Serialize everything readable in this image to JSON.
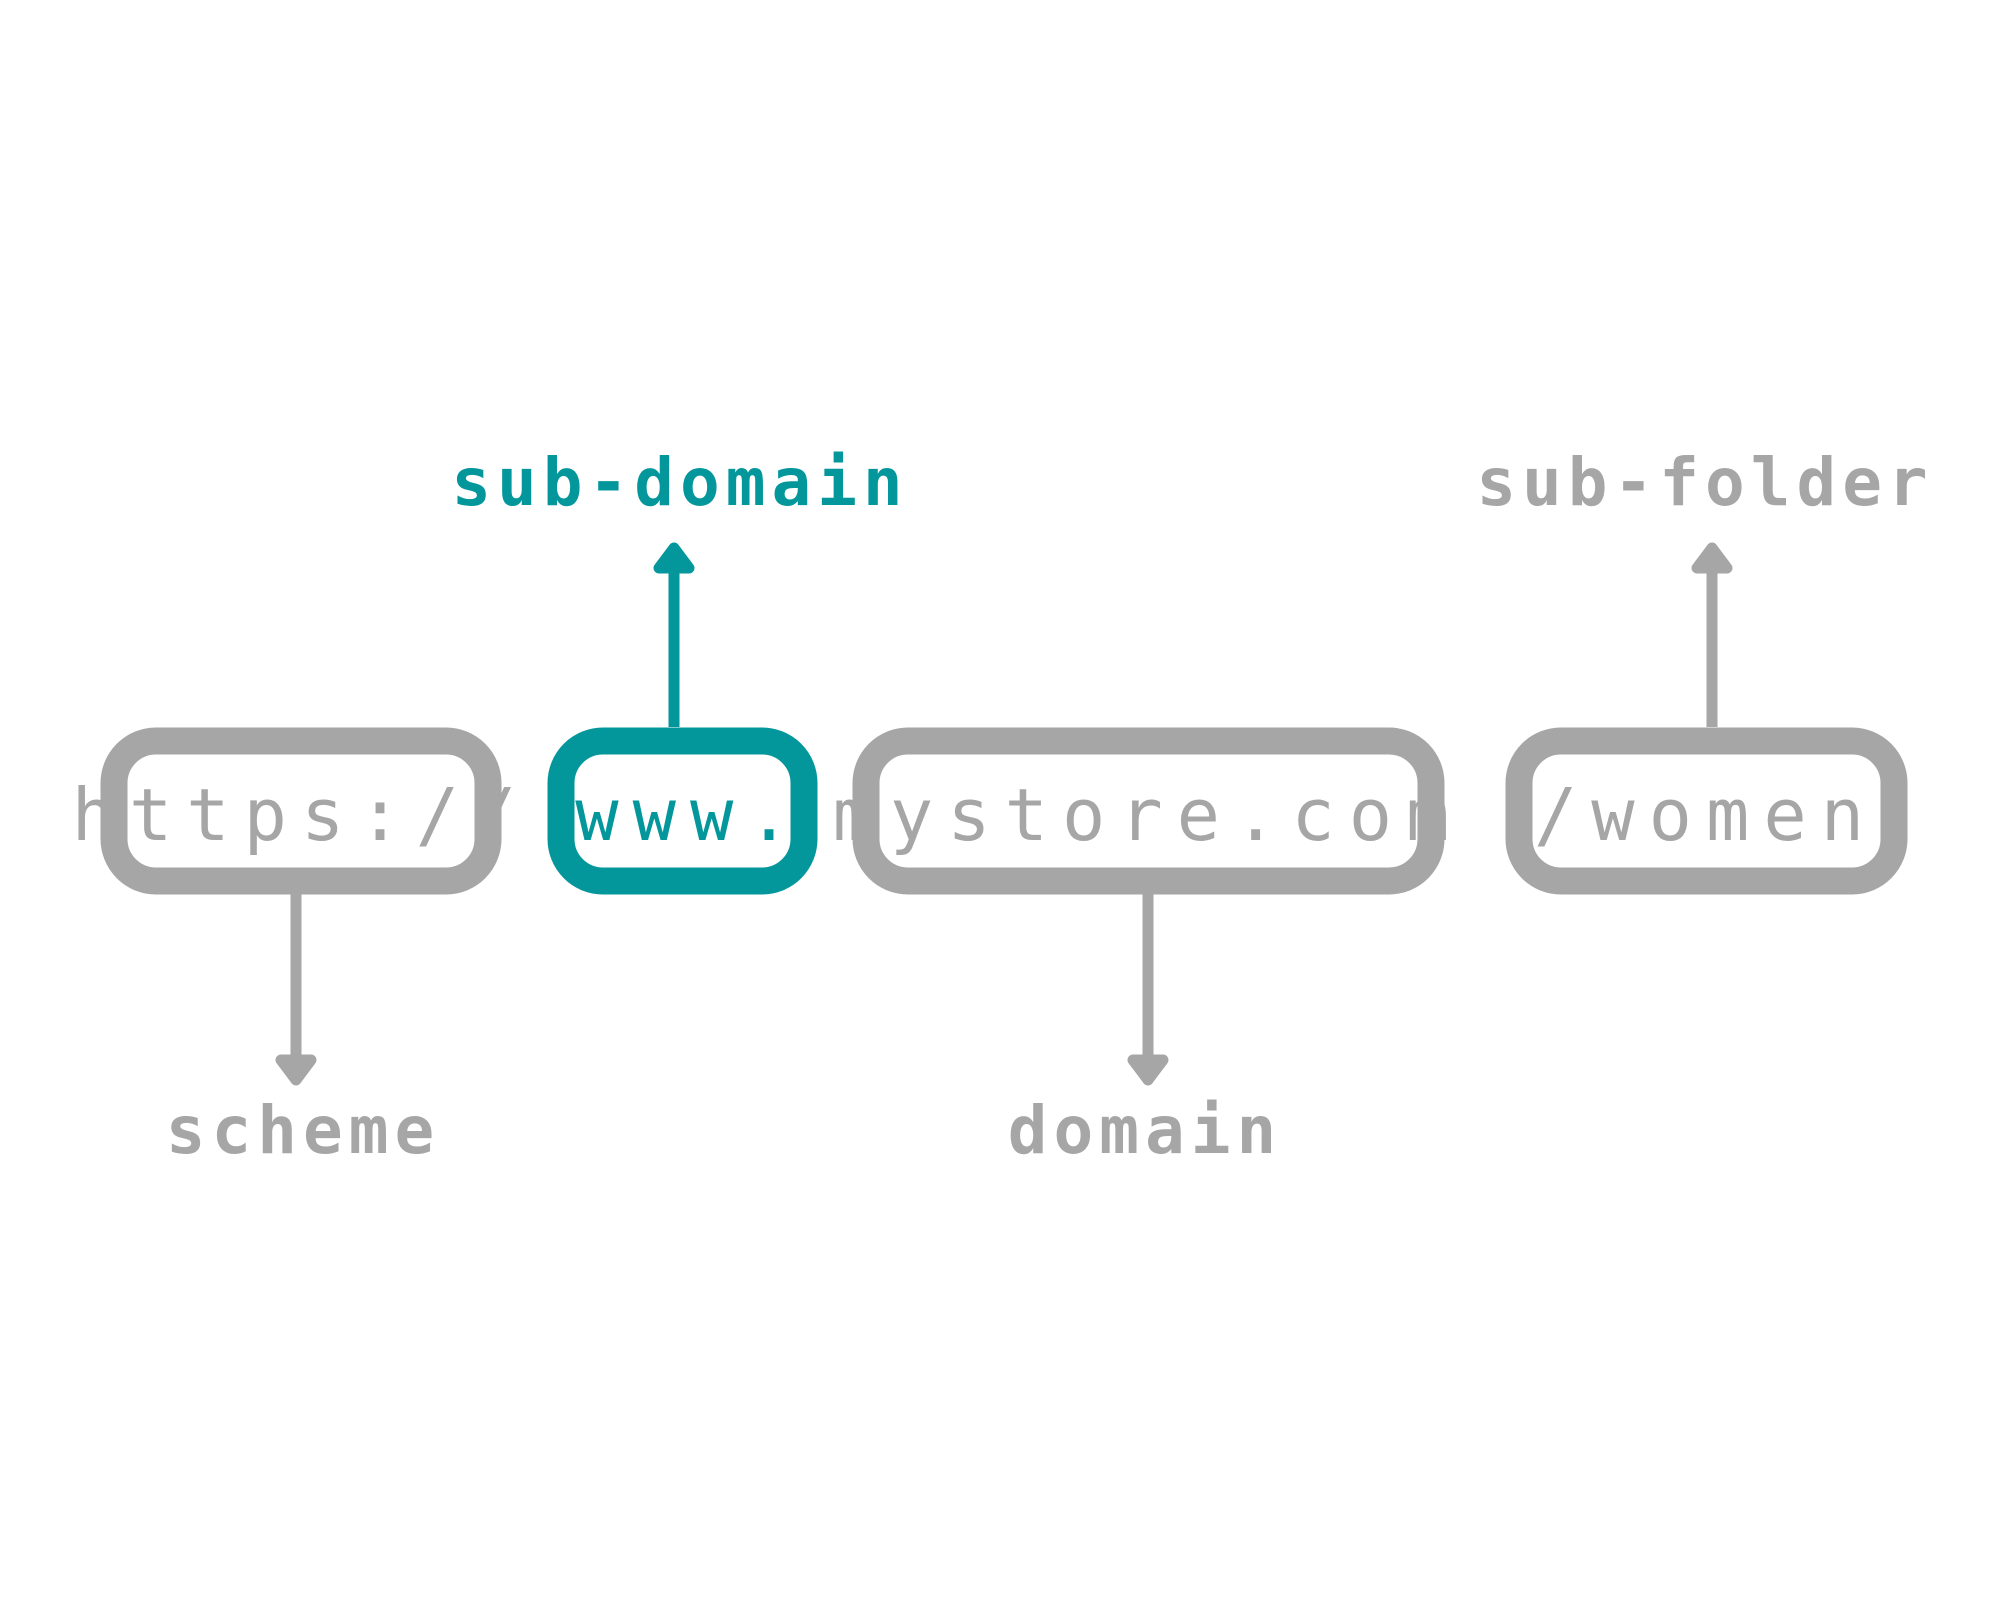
{
  "colors": {
    "muted": "#a6a6a6",
    "accent": "#03979c",
    "background": "#ffffff"
  },
  "segments": [
    {
      "id": "scheme",
      "text": "https://",
      "label": "scheme",
      "arrow": "down",
      "highlight": false
    },
    {
      "id": "subdomain",
      "text": "www.",
      "label": "sub-domain",
      "arrow": "up",
      "highlight": true
    },
    {
      "id": "domain",
      "text": "mystore.com",
      "label": "domain",
      "arrow": "down",
      "highlight": false
    },
    {
      "id": "subfolder",
      "text": "/women",
      "label": "sub-folder",
      "arrow": "up",
      "highlight": false
    }
  ]
}
